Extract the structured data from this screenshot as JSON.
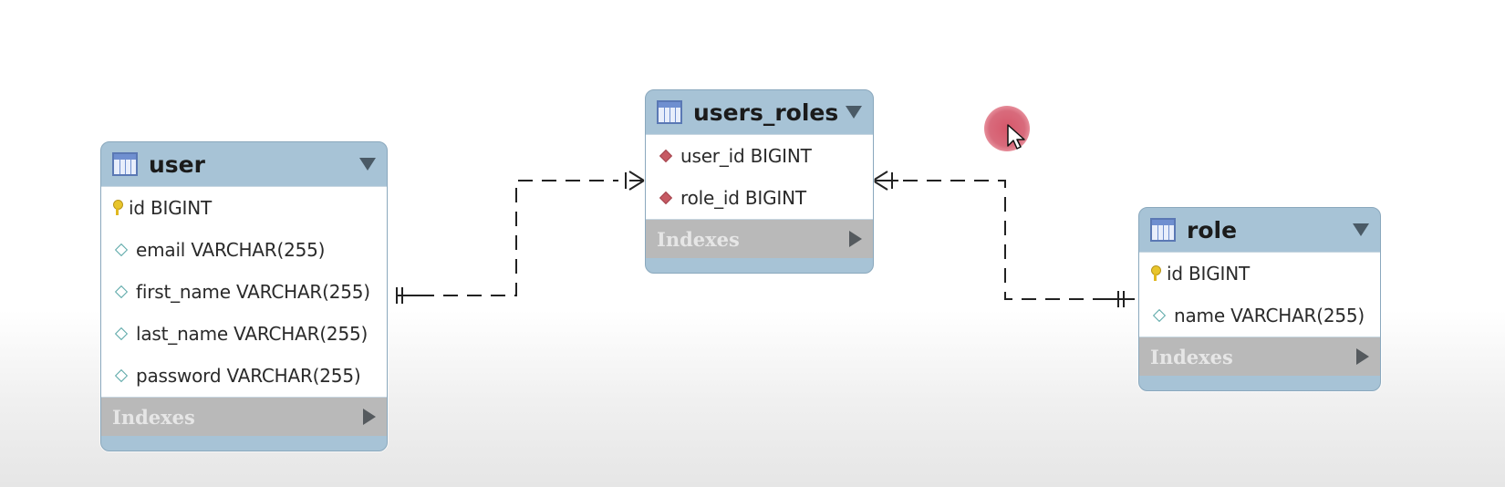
{
  "tables": {
    "user": {
      "title": "user",
      "columns": [
        {
          "label": "id BIGINT",
          "icon": "primary-key-icon"
        },
        {
          "label": "email VARCHAR(255)",
          "icon": "column-diamond-icon"
        },
        {
          "label": "first_name VARCHAR(255)",
          "icon": "column-diamond-icon"
        },
        {
          "label": "last_name VARCHAR(255)",
          "icon": "column-diamond-icon"
        },
        {
          "label": "password VARCHAR(255)",
          "icon": "column-diamond-icon"
        }
      ],
      "indexes_label": "Indexes"
    },
    "users_roles": {
      "title": "users_roles",
      "columns": [
        {
          "label": "user_id BIGINT",
          "icon": "foreign-key-diamond-icon"
        },
        {
          "label": "role_id BIGINT",
          "icon": "foreign-key-diamond-icon"
        }
      ],
      "indexes_label": "Indexes"
    },
    "role": {
      "title": "role",
      "columns": [
        {
          "label": "id BIGINT",
          "icon": "primary-key-icon"
        },
        {
          "label": "name VARCHAR(255)",
          "icon": "column-diamond-icon"
        }
      ],
      "indexes_label": "Indexes"
    }
  },
  "relationships": [
    {
      "from": "user",
      "to": "users_roles",
      "from_cardinality": "one-and-only-one",
      "to_cardinality": "one-or-many"
    },
    {
      "from": "role",
      "to": "users_roles",
      "from_cardinality": "one-and-only-one",
      "to_cardinality": "one-or-many"
    }
  ],
  "colors": {
    "table_header": "#a7c3d6",
    "indexes_bar": "#b9b9b9",
    "foreign_key": "#c65a63",
    "cursor_highlight": "#d6576a"
  }
}
